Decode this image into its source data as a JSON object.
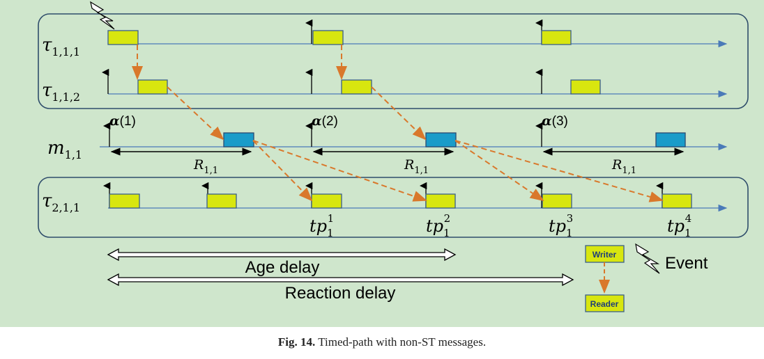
{
  "diagram": {
    "task_labels": {
      "t111": {
        "sym": "τ",
        "sub": "1,1,1"
      },
      "t112": {
        "sym": "τ",
        "sub": "1,1,2"
      },
      "m11": {
        "sym": "m",
        "sub": "1,1"
      },
      "t211": {
        "sym": "τ",
        "sub": "2,1,1"
      }
    },
    "alpha_labels": [
      {
        "sym": "α",
        "arg": "(1)"
      },
      {
        "sym": "α",
        "arg": "(2)"
      },
      {
        "sym": "α",
        "arg": "(3)"
      }
    ],
    "response_labels": [
      {
        "sym": "R",
        "sub": "1,1"
      },
      {
        "sym": "R",
        "sub": "1,1"
      },
      {
        "sym": "R",
        "sub": "1,1"
      }
    ],
    "tp_labels": [
      {
        "sym": "tp",
        "sub": "1",
        "sup": "1"
      },
      {
        "sym": "tp",
        "sub": "1",
        "sup": "2"
      },
      {
        "sym": "tp",
        "sub": "1",
        "sup": "3"
      },
      {
        "sym": "tp",
        "sub": "1",
        "sup": "4"
      }
    ],
    "age_delay": "Age delay",
    "reaction_delay": "Reaction delay",
    "legend": {
      "writer": "Writer",
      "reader": "Reader",
      "event": "Event"
    },
    "colors": {
      "background": "#cfe6cc",
      "task_box": "#d8e60f",
      "message_box": "#1a9cc9",
      "dashed_arrow": "#d9782b",
      "timeline": "#4a7ab8",
      "frame": "#2f4d6b"
    }
  },
  "caption": {
    "fig": "Fig. 14.",
    "text": "Timed-path with non-ST messages."
  }
}
